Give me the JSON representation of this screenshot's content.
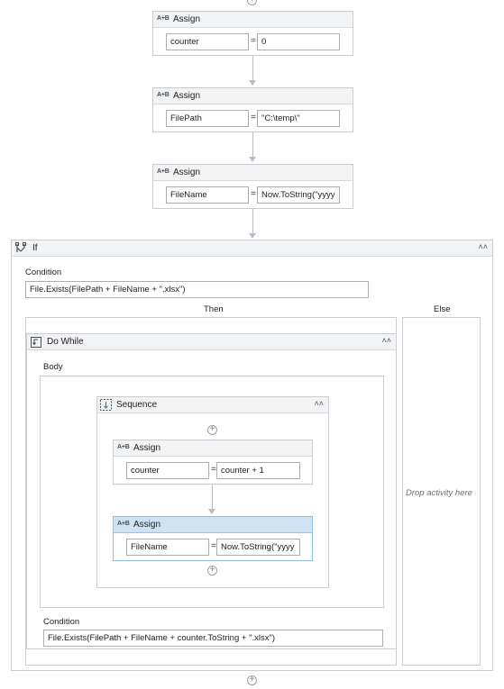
{
  "flow": {
    "assign1": {
      "title": "Assign",
      "to": "counter",
      "value": "0"
    },
    "assign2": {
      "title": "Assign",
      "to": "FilePath",
      "value": "\"C:\\temp\\\""
    },
    "assign3": {
      "title": "Assign",
      "to": "FileName",
      "value": "Now.ToString(\"yyyy"
    },
    "equals": "="
  },
  "if_block": {
    "title": "If",
    "condition_label": "Condition",
    "condition_value": "File.Exists(FilePath + FileName + \".xlsx\")",
    "then_label": "Then",
    "else_label": "Else",
    "else_placeholder": "Drop activity here"
  },
  "do_while": {
    "title": "Do While",
    "body_label": "Body",
    "condition_label": "Condition",
    "condition_value": "File.Exists(FilePath + FileName + counter.ToString + \".xlsx\")"
  },
  "sequence": {
    "title": "Sequence",
    "assign1": {
      "title": "Assign",
      "to": "counter",
      "value": "counter + 1"
    },
    "assign2": {
      "title": "Assign",
      "to": "FileName",
      "value": "Now.ToString(\"yyyy"
    }
  },
  "icons": {
    "assign": "A+B",
    "collapse": "˄˄",
    "add": "+"
  }
}
